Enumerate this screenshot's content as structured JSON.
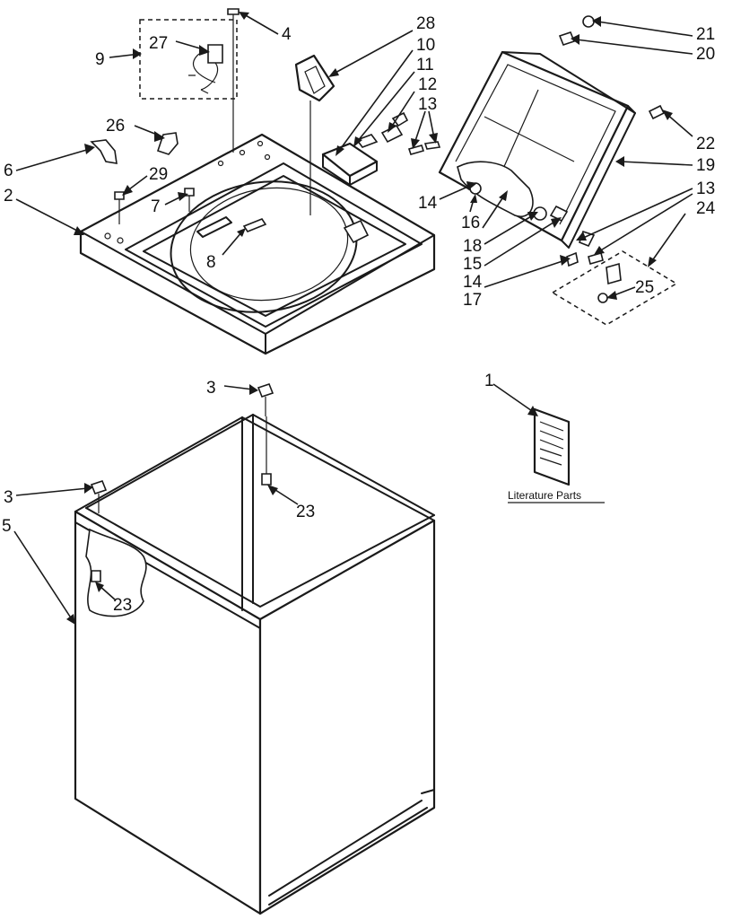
{
  "callouts": {
    "c1": "1",
    "c2": "2",
    "c3a": "3",
    "c3b": "3",
    "c4": "4",
    "c5": "5",
    "c6": "6",
    "c7": "7",
    "c8": "8",
    "c9": "9",
    "c10": "10",
    "c11": "11",
    "c12": "12",
    "c13a": "13",
    "c13b": "13",
    "c14a": "14",
    "c14b": "14",
    "c15": "15",
    "c16": "16",
    "c17": "17",
    "c18": "18",
    "c19": "19",
    "c20": "20",
    "c21": "21",
    "c22": "22",
    "c23a": "23",
    "c23b": "23",
    "c24": "24",
    "c25": "25",
    "c26": "26",
    "c27": "27",
    "c28": "28",
    "c29": "29"
  },
  "literature_label": "Literature Parts"
}
